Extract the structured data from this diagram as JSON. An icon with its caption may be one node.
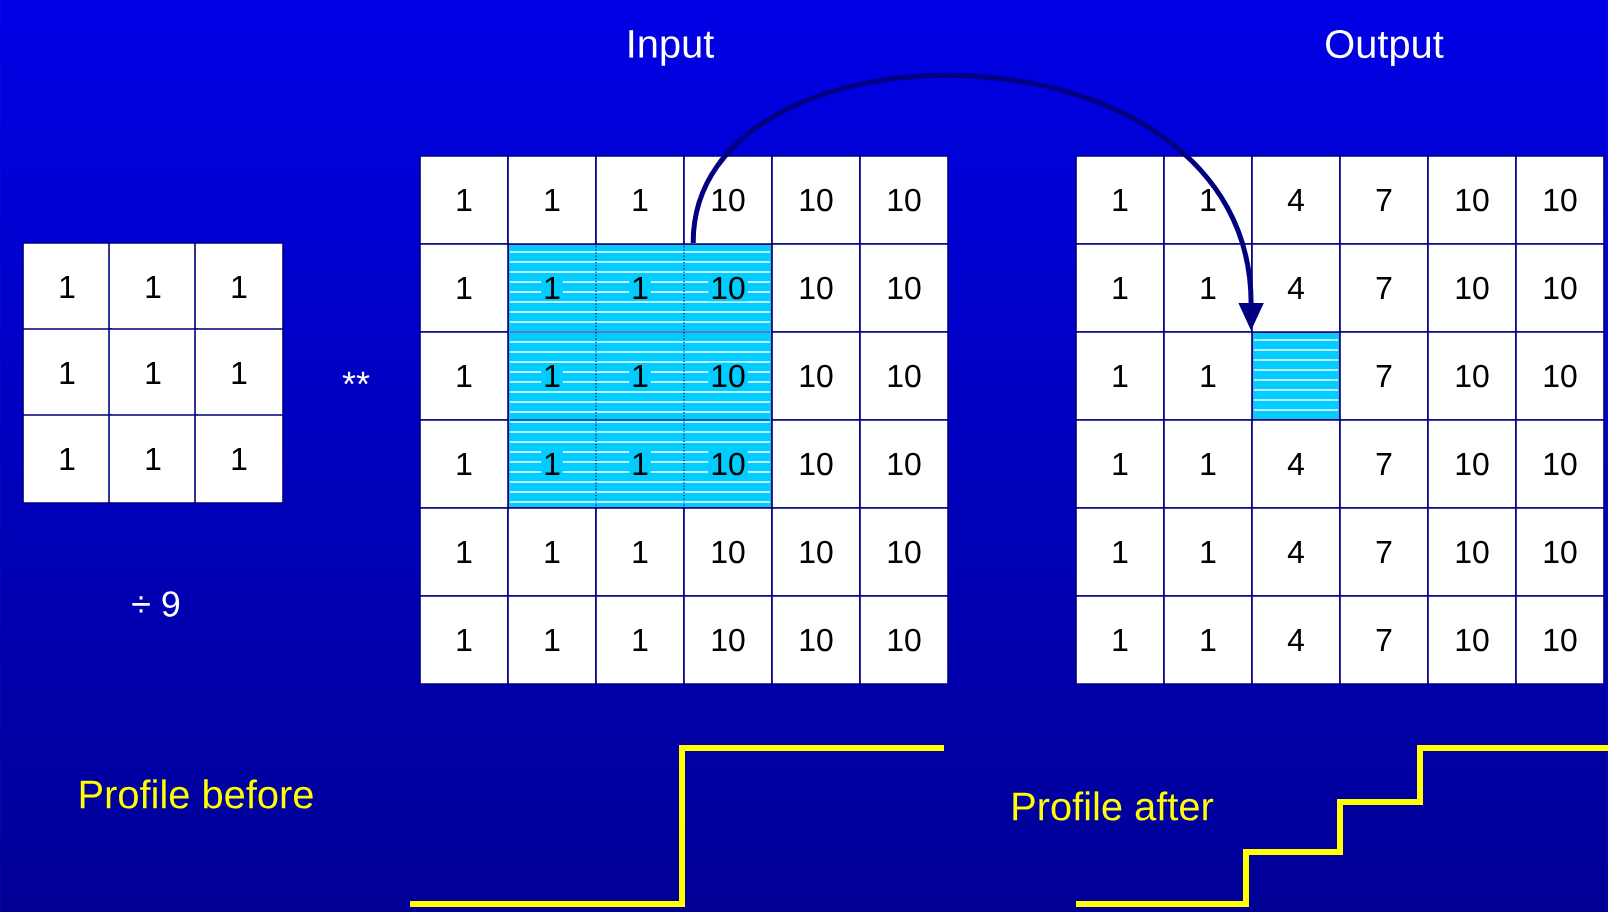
{
  "diagram": {
    "nodes": [
      {
        "text": [],
        "shape": "box"
      },
      {
        "text": [],
        "shape": "box"
      }
    ],
    "edges": [
      {
        "from": 0,
        "to": 1,
        "arrow": "to"
      }
    ],
    "labels": [
      "Input",
      "Output",
      "1",
      "1",
      "1",
      "1",
      "1",
      "1",
      "1",
      "1",
      "1",
      "**",
      "1",
      "1",
      "1",
      "10",
      "10",
      "10",
      "1",
      "1",
      "1",
      "10",
      "10",
      "10",
      "1",
      "1",
      "1",
      "10",
      "10",
      "10",
      "1",
      "1",
      "1",
      "10",
      "10",
      "10",
      "1",
      "1",
      "1",
      "10",
      "10",
      "10",
      "1",
      "1",
      "1",
      "10",
      "10",
      "10",
      "1",
      "1",
      "4",
      "7",
      "10",
      "10",
      "1",
      "1",
      "4",
      "7",
      "10",
      "10",
      "1",
      "1",
      "7",
      "10",
      "10",
      "1",
      "1",
      "4",
      "7",
      "10",
      "10",
      "1",
      "1",
      "4",
      "7",
      "10",
      "10",
      "1",
      "1",
      "4",
      "7",
      "10",
      "10",
      "÷ 9",
      "Profile before",
      "Profile after"
    ]
  }
}
